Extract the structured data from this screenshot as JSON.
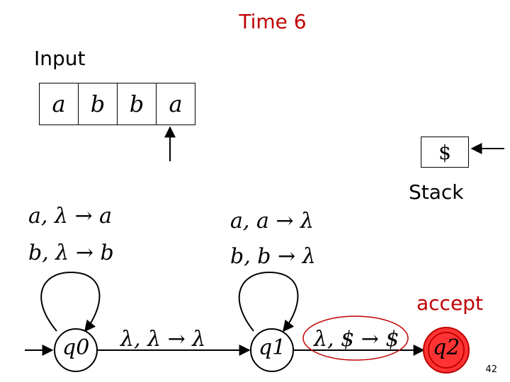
{
  "title": "Time 6",
  "input_label": "Input",
  "tape": [
    "a",
    "b",
    "b",
    "a"
  ],
  "stack_label": "Stack",
  "stack_top": "$",
  "accept_label": "accept",
  "states": [
    "q0",
    "q1",
    "q2"
  ],
  "transitions": {
    "q0_loop_1": "a, λ → a",
    "q0_loop_2": "b, λ → b",
    "q1_loop_1": "a, a → λ",
    "q1_loop_2": "b, b → λ",
    "q0_to_q1": "λ, λ → λ",
    "q1_to_q2": "λ, $ → $"
  },
  "page_number": "42",
  "colors": {
    "highlight": "#c00000",
    "accept_fill": "#ff3333"
  }
}
